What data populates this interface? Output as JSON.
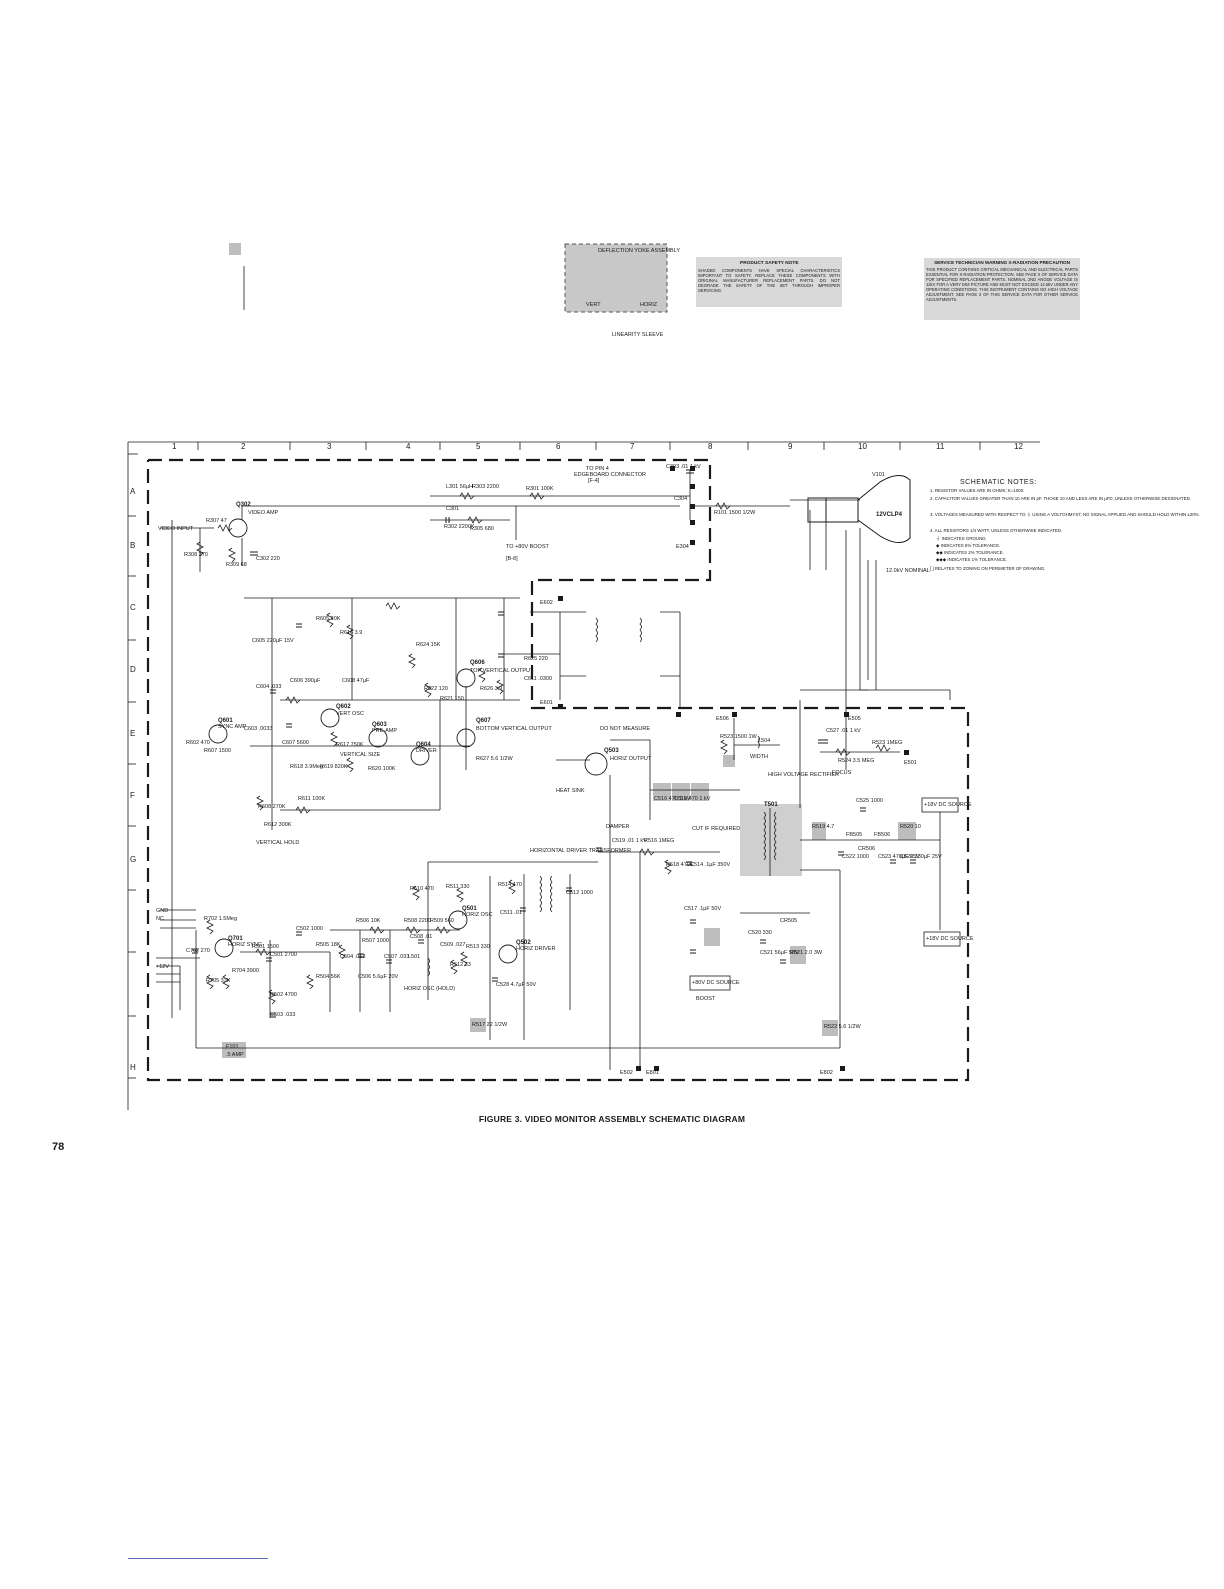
{
  "page": {
    "number": "78",
    "caption": "FIGURE 3.  VIDEO MONITOR ASSEMBLY SCHEMATIC DIAGRAM"
  },
  "diagram": {
    "zones_columns": [
      "1",
      "2",
      "3",
      "4",
      "5",
      "6",
      "7",
      "8",
      "9",
      "10",
      "11",
      "12"
    ],
    "zones_rows": [
      "A",
      "B",
      "C",
      "D",
      "E",
      "F",
      "G",
      "H"
    ],
    "sections": {
      "video_input": "VIDEO INPUT",
      "q302": "Q302",
      "q302_desc": "VIDEO AMP",
      "pin4": "TO PIN 4",
      "edgeboard": "EDGEBOARD CONNECTOR",
      "edgeboard_ref": "[F-4]",
      "boost": "TO +80V BOOST",
      "boost_ref": "[B-8]",
      "v101": "V101",
      "crt": "12VCLP4",
      "nominal": "12.0kV NOMINAL",
      "deflection_yoke": "DEFLECTION YOKE ASSEMBLY",
      "vert": "VERT",
      "horiz": "HORIZ",
      "linearity": "LINEARITY SLEEVE",
      "q606": "Q606",
      "q606_desc": "TOP VERTICAL OUTPUT",
      "q607": "Q607",
      "q607_desc": "BOTTOM VERTICAL OUTPUT",
      "q601": "Q601",
      "q601_desc": "SYNC AMP",
      "q602": "Q602",
      "q602_desc": "VERT OSC",
      "q603": "Q603",
      "q603_desc": "PRE-AMP",
      "q604": "Q604",
      "q604_desc": "DRIVER",
      "vertical_size": "VERTICAL SIZE",
      "vertical_hold": "VERTICAL HOLD",
      "q503": "Q503",
      "q503_desc": "HORIZ OUTPUT",
      "do_not_measure": "DO NOT MEASURE",
      "heat_sink": "HEAT SINK",
      "damper": "DAMPER",
      "cut": "CUT IF REQUIRED",
      "horiz_driver_transformer": "HORIZONTAL DRIVER TRANSFORMER",
      "high_voltage": "HIGH VOLTAGE RECTIFIER",
      "focus": "FOCUS",
      "width": "WIDTH",
      "t501": "T501",
      "q701": "Q701",
      "q701_desc": "HORIZ SYNC",
      "q501": "Q501",
      "q501_desc": "HORIZ OSC",
      "q502": "Q502",
      "q502_desc": "HORIZ DRIVER",
      "horiz_osc_hold": "HORIZ OSC (HOLD)",
      "src_18v": "+18V DC SOURCE",
      "src_18v_b": "+18V DC SOURCE",
      "src_80v": "+80V DC SOURCE",
      "boost_label": "BOOST",
      "fuse": "F101",
      "fuse_rating": ".5 AMP",
      "gnd": "GND",
      "nc": "NC",
      "plus12": "+12V"
    },
    "schematic_notes": {
      "title": "SCHEMATIC NOTES:",
      "items": [
        "1. RESISTOR VALUES ARE IN OHMS; K=1000.",
        "2. CAPACITOR VALUES GREATER THAN 10 ARE IN pF. THOSE 10 AND LESS ARE IN µFD, UNLESS OTHERWISE DESIGNATED.",
        "3. VOLTAGES MEASURED WITH RESPECT TO ⏚ USING A VOLTOHMYST, NO SIGNAL APPLIED AND SHOULD HOLD WITHIN ±20%.",
        "4. ALL RESISTORS 1/4 WATT, UNLESS OTHERWISE INDICATED.",
        "⏚ INDICATES GROUND.",
        "◆ INDICATES 5% TOLERANCE.",
        "◆◆ INDICATES 2% TOLERANCE.",
        "◆◆◆ INDICATES 1% TOLERANCE.",
        "[ ] RELATES TO ZONING ON PERIMETER OF DRAWING."
      ]
    },
    "product_safety": {
      "title": "PRODUCT SAFETY NOTE",
      "text": "SHADED COMPONENTS HAVE SPECIAL CHARACTERISTICS IMPORTANT TO SAFETY. REPLACE THESE COMPONENTS WITH ORIGINAL MANUFACTURER REPLACEMENT PARTS. DO NOT DEGRADE THE SAFETY OF THE SET THROUGH IMPROPER SERVICING."
    },
    "xray_warning": {
      "title": "SERVICE TECHNICIAN WARNING X-RADIATION PRECAUTION",
      "text": "THIS PRODUCT CONTAINS CRITICAL MECHANICAL AND ELECTRICAL PARTS ESSENTIAL FOR X-RADIATION PROTECTION. SEE PAGE X OF SERVICE DATA FOR SPECIFIED REPLACEMENT PARTS. NOMINAL 2ND ANODE VOLTAGE IS 12kV FOR A VERY DIM PICTURE AND MUST NOT EXCEED 14.5kV UNDER ANY OPERATING CONDITIONS. THIS INSTRUMENT CONTAINS NO HIGH VOLTAGE ADJUSTMENT. SEE PAGE 2 OF THIS SERVICE DATA FOR OTHER SERVICE ADJUSTMENTS."
    },
    "parts": {
      "r307": "R307 47",
      "r308": "R308 270",
      "r309": "R309 68",
      "c302": "C302 220",
      "l301": "L301 56µH",
      "r303": "R303 2200",
      "c301": "C301",
      "r302": "R302 2200K",
      "r301": "R301 100K",
      "c303": "C303 .01 1 kV",
      "r305": "R305 680",
      "c304": "C304",
      "r101": "R101 1500 1/2W",
      "e304": "E304",
      "e602": "E602",
      "e601": "E601",
      "r625": "R625 220",
      "c611": "C611 .0300",
      "r621": "R621 150",
      "r626": "R626 3.9",
      "r627": "R627 5.6 1/2W",
      "r605": "R605 10K",
      "r616": "R616 3.9",
      "r624": "R624 15K",
      "r622": "R622 120",
      "c605": "C605 220µF 15V",
      "c604": "C604 .033",
      "c606": "C606 390µF",
      "c608": "C608 47µF",
      "c603": "C603 .0033",
      "r602": "R602 470",
      "r607": "R607 1500",
      "c607": "C607 5600",
      "r617": "R617 750K",
      "r618": "R618 3.9Meg",
      "r619": "R619 820K",
      "r620": "R620 100K",
      "r608": "R608 270K",
      "r612": "R612 300K",
      "r611": "R611 100K",
      "r523": "R523 1500 1W",
      "l504": "L504",
      "c527": "C527 .01 1 kV",
      "r523b": "R523 1MEG",
      "r524": "R524 3.5 MEG",
      "e501": "E501",
      "e505": "E505",
      "e506": "E506",
      "c516": "C516 470 1 kV",
      "c515": "C515 470 1 kV",
      "c519": "C519 .01 1 kV",
      "r516": "R516 1MEG",
      "r518": "R518 470K",
      "c514": "C514 .1µF 350V",
      "c525": "C525 1000",
      "c522": "C522 1000",
      "c526": "C526 330µF 25V",
      "c523": "C523 470µF 25V",
      "r519": "R519 4.7",
      "r520": "R520 10",
      "fb505": "FB505",
      "fb506": "FB506",
      "cr505": "CR505",
      "cr506": "CR506",
      "c517": "C517 .1µF 50V",
      "c520": "C520 330",
      "c521": "C521 56µF 50V",
      "r521": "R521 2.0 3W",
      "r510": "R510 470",
      "r511": "R511 330",
      "r514": "R514 470",
      "c512": "C512 1000",
      "c511": "C511 .01",
      "r506": "R506 10K",
      "r508": "R508 2200",
      "r509": "R509 560",
      "r513": "R513 330",
      "r512": "R512 33",
      "c508": "C508 .01",
      "c509": "C509 .027",
      "c528": "C528 4.7µF 50V",
      "r505": "R505 18K",
      "r504": "R504 56K",
      "c504": "C504 .018",
      "r507": "R507 1000",
      "c506": "C506 5.6µF 20V",
      "c507": "C507 .033",
      "l501": "L501",
      "r702": "R702 1.5Meg",
      "c702": "C702 270",
      "r705": "R705 33K",
      "r704": "R704 3900",
      "r501": "R501 1500",
      "c501": "C501 2700",
      "c502": "C502 1000",
      "r502": "R502 4700",
      "c503": "C503 .033",
      "r517": "R517 22 1/2W",
      "r522": "R522 5.6 1/2W",
      "e502": "E502",
      "e801": "E801",
      "e802": "E802"
    }
  }
}
